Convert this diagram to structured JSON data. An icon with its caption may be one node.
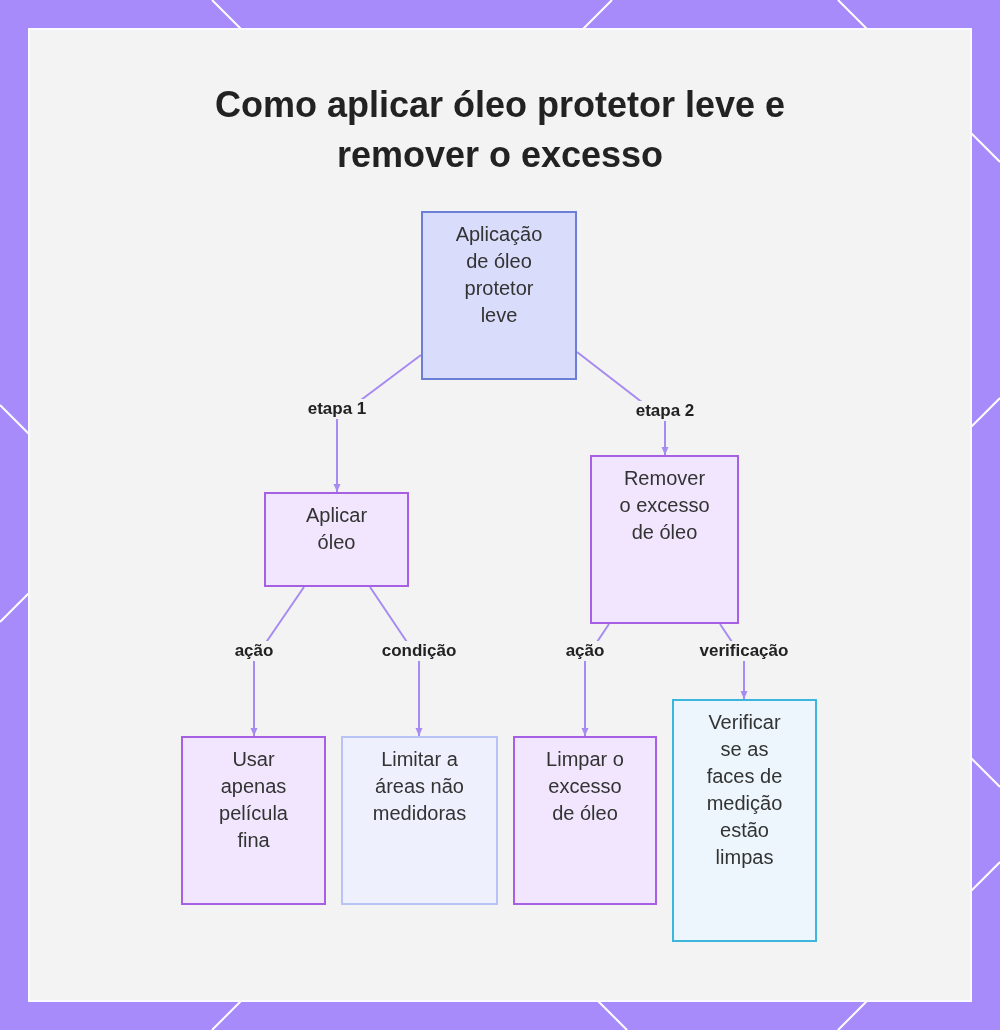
{
  "diagram": {
    "title": "Como aplicar óleo protetor leve e remover o excesso",
    "nodes": [
      {
        "text": [
          "Aplicação de óleo protetor leve"
        ]
      },
      {
        "text": [
          "Aplicar óleo"
        ]
      },
      {
        "text": [
          "Remover o excesso de óleo"
        ]
      },
      {
        "text": [
          "Usar apenas película fina"
        ]
      },
      {
        "text": [
          "Limitar a áreas não medidoras"
        ]
      },
      {
        "text": [
          "Limpar o excesso de óleo"
        ]
      },
      {
        "text": [
          "Verificar se as faces de medição estão limpas"
        ]
      }
    ],
    "edges": [
      {
        "from": 0,
        "to": 1,
        "arrow": "to",
        "label": "etapa 1"
      },
      {
        "from": 0,
        "to": 2,
        "arrow": "to",
        "label": "etapa 2"
      },
      {
        "from": 1,
        "to": 3,
        "arrow": "to",
        "label": "ação"
      },
      {
        "from": 1,
        "to": 4,
        "arrow": "to",
        "label": "condição"
      },
      {
        "from": 2,
        "to": 5,
        "arrow": "to",
        "label": "ação"
      },
      {
        "from": 2,
        "to": 6,
        "arrow": "to",
        "label": "verificação"
      }
    ]
  }
}
